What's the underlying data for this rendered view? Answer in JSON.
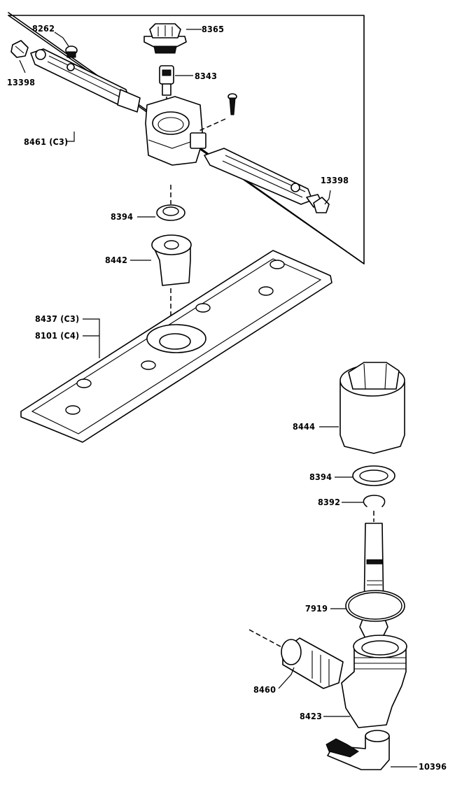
{
  "labels": {
    "p8262": "8262",
    "p8365": "8365",
    "p13398_top": "13398",
    "p8343": "8343",
    "p8461": "8461 (C3)",
    "p13398_right": "13398",
    "p8394_top": "8394",
    "p8442": "8442",
    "p8437": "8437 (C3)",
    "p8101": "8101 (C4)",
    "p8444": "8444",
    "p8394_bottom": "8394",
    "p8392": "8392",
    "p7919": "7919",
    "p8460": "8460",
    "p8423": "8423",
    "p10396": "10396"
  }
}
